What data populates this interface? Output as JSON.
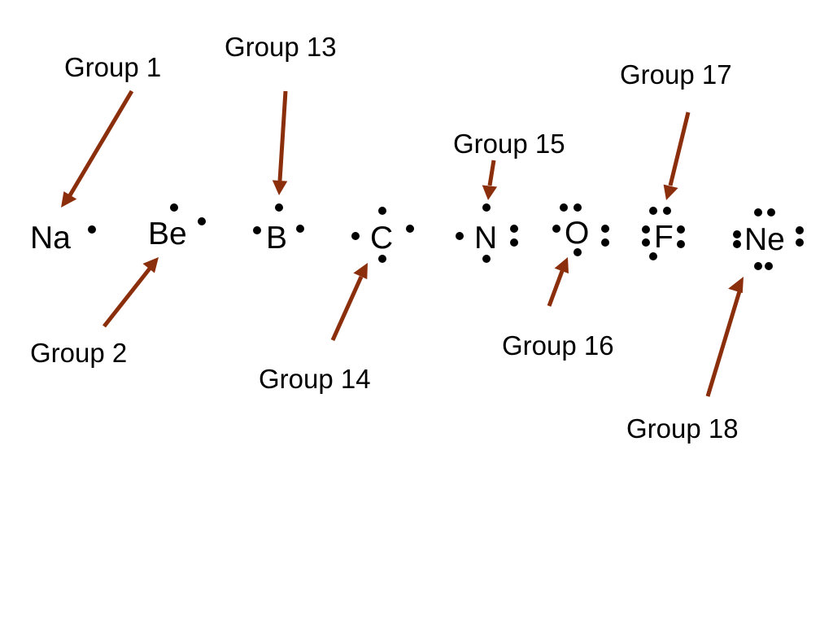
{
  "elements": {
    "na": "Na",
    "be": "Be",
    "b": "B",
    "c": "C",
    "n": "N",
    "o": "O",
    "f": "F",
    "ne": "Ne"
  },
  "labels": {
    "group_1": "Group 1",
    "group_2": "Group 2",
    "group_13": "Group 13",
    "group_14": "Group 14",
    "group_15": "Group 15",
    "group_16": "Group 16",
    "group_17": "Group 17",
    "group_18": "Group 18"
  },
  "colors": {
    "arrow": "#8b2e0b",
    "text": "#000000",
    "background": "#ffffff"
  }
}
